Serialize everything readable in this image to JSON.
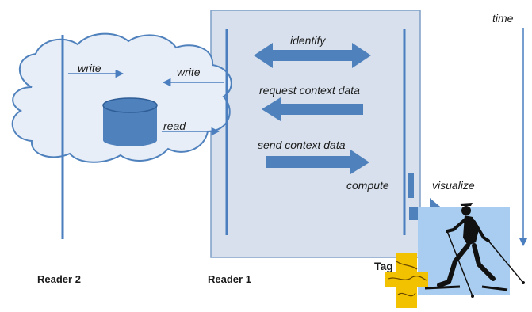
{
  "labels": {
    "time": "time",
    "identify": "identify",
    "request_context_data": "request context data",
    "send_context_data": "send context data",
    "compute": "compute",
    "visualize": "visualize",
    "write_cloud": "write",
    "write_reader1": "write",
    "read": "read",
    "reader2": "Reader 2",
    "reader1": "Reader 1",
    "tag": "Tag"
  },
  "colors": {
    "line": "#4a7ebf",
    "arrow": "#4f81bd",
    "box_fill": "#d7e0ec",
    "box_stroke": "#7f9fc7",
    "cloud_fill": "#e8eef7",
    "cloud_stroke": "#4f81bd",
    "db_fill": "#4f81bd",
    "visualize_bg": "#a9cdf0",
    "tag_fill": "#f2c200"
  },
  "icons": [
    "database-icon",
    "skier-icon",
    "tag-icon"
  ]
}
